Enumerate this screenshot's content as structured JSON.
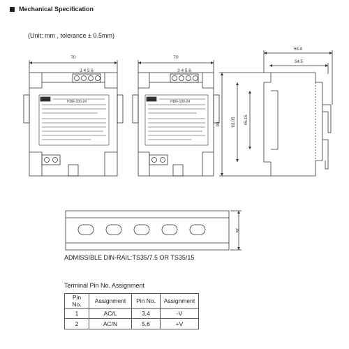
{
  "header": {
    "title": "Mechanical Specification"
  },
  "unit_note": "(Unit: mm , tolerance ± 0.5mm)",
  "front_view": {
    "width_dim": "70",
    "terminal_numbers": "3 4 5 6",
    "model_label": "HDR-100-24"
  },
  "side_view": {
    "depth_total": "58.4",
    "depth_inner": "54.5",
    "height_total": "90",
    "height_a": "63.05",
    "height_b": "45.15"
  },
  "rail": {
    "height_dim": "35",
    "label": "ADMISSIBLE DIN-RAIL:TS35/7.5 OR TS35/15"
  },
  "terminal_table": {
    "title": "Terminal Pin No.  Assignment",
    "headers": [
      "Pin No.",
      "Assignment",
      "Pin No.",
      "Assignment"
    ],
    "rows": [
      [
        "1",
        "AC/L",
        "3,4",
        "-V"
      ],
      [
        "2",
        "AC/N",
        "5,6",
        "+V"
      ]
    ]
  }
}
